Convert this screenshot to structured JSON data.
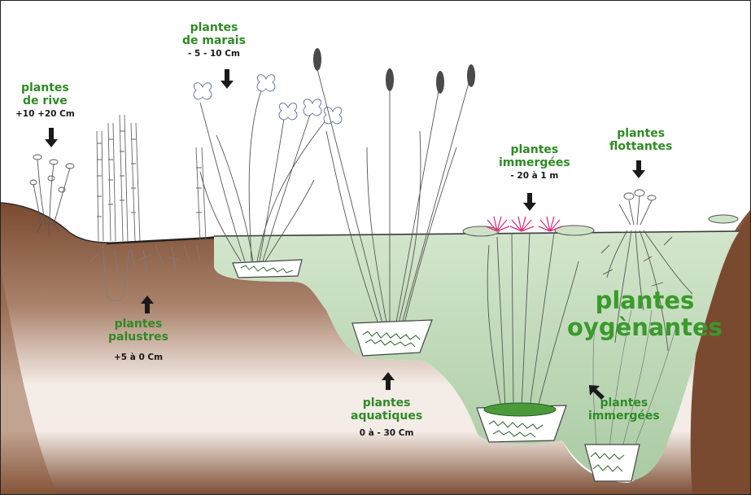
{
  "labels": {
    "rive": {
      "title_1": "plantes",
      "title_2": "de rive",
      "depth": "+10  +20 Cm"
    },
    "marais": {
      "title_1": "plantes",
      "title_2": "de marais",
      "depth": "- 5  - 10 Cm"
    },
    "palustres": {
      "title_1": "plantes",
      "title_2": "palustres",
      "depth": "+5  à 0 Cm"
    },
    "aquatiques": {
      "title_1": "plantes",
      "title_2": "aquatiques",
      "depth": "0 à - 30 Cm"
    },
    "immergees_top": {
      "title_1": "plantes",
      "title_2": "immergées",
      "depth": "- 20 à 1 m"
    },
    "flottantes": {
      "title_1": "plantes",
      "title_2": "flottantes"
    },
    "oxygenantes": {
      "title_1": "plantes",
      "title_2": "oygènantes"
    },
    "immergees_bottom": {
      "title_1": "plantes",
      "title_2": "immergées"
    }
  },
  "colors": {
    "soil_dark": "#7a4a30",
    "soil_light": "#f4ece6",
    "water": "#c9dfc2",
    "water_deep": "#aacba3",
    "label_green": "#2f8a26",
    "arrow": "#1a1a1a",
    "flower_pink": "#d2357c",
    "iris": "#6a7aa8"
  }
}
